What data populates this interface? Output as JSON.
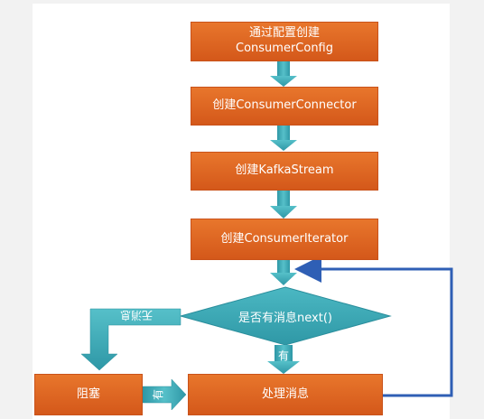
{
  "steps": [
    {
      "label": "通过配置创建\nConsumerConfig"
    },
    {
      "label": "创建ConsumerConnector"
    },
    {
      "label": "创建KafkaStream"
    },
    {
      "label": "创建ConsumerIterator"
    }
  ],
  "decision": {
    "label": "是否有消息next()"
  },
  "block": {
    "label": "阻塞"
  },
  "process": {
    "label": "处理消息"
  },
  "edges": {
    "no": "无消息",
    "yes": "有",
    "has": "有"
  },
  "colors": {
    "box": "#de6424",
    "diamond": "#3aa9b5",
    "arrow": "#3aa9b5",
    "loop": "#2f5fb5"
  }
}
